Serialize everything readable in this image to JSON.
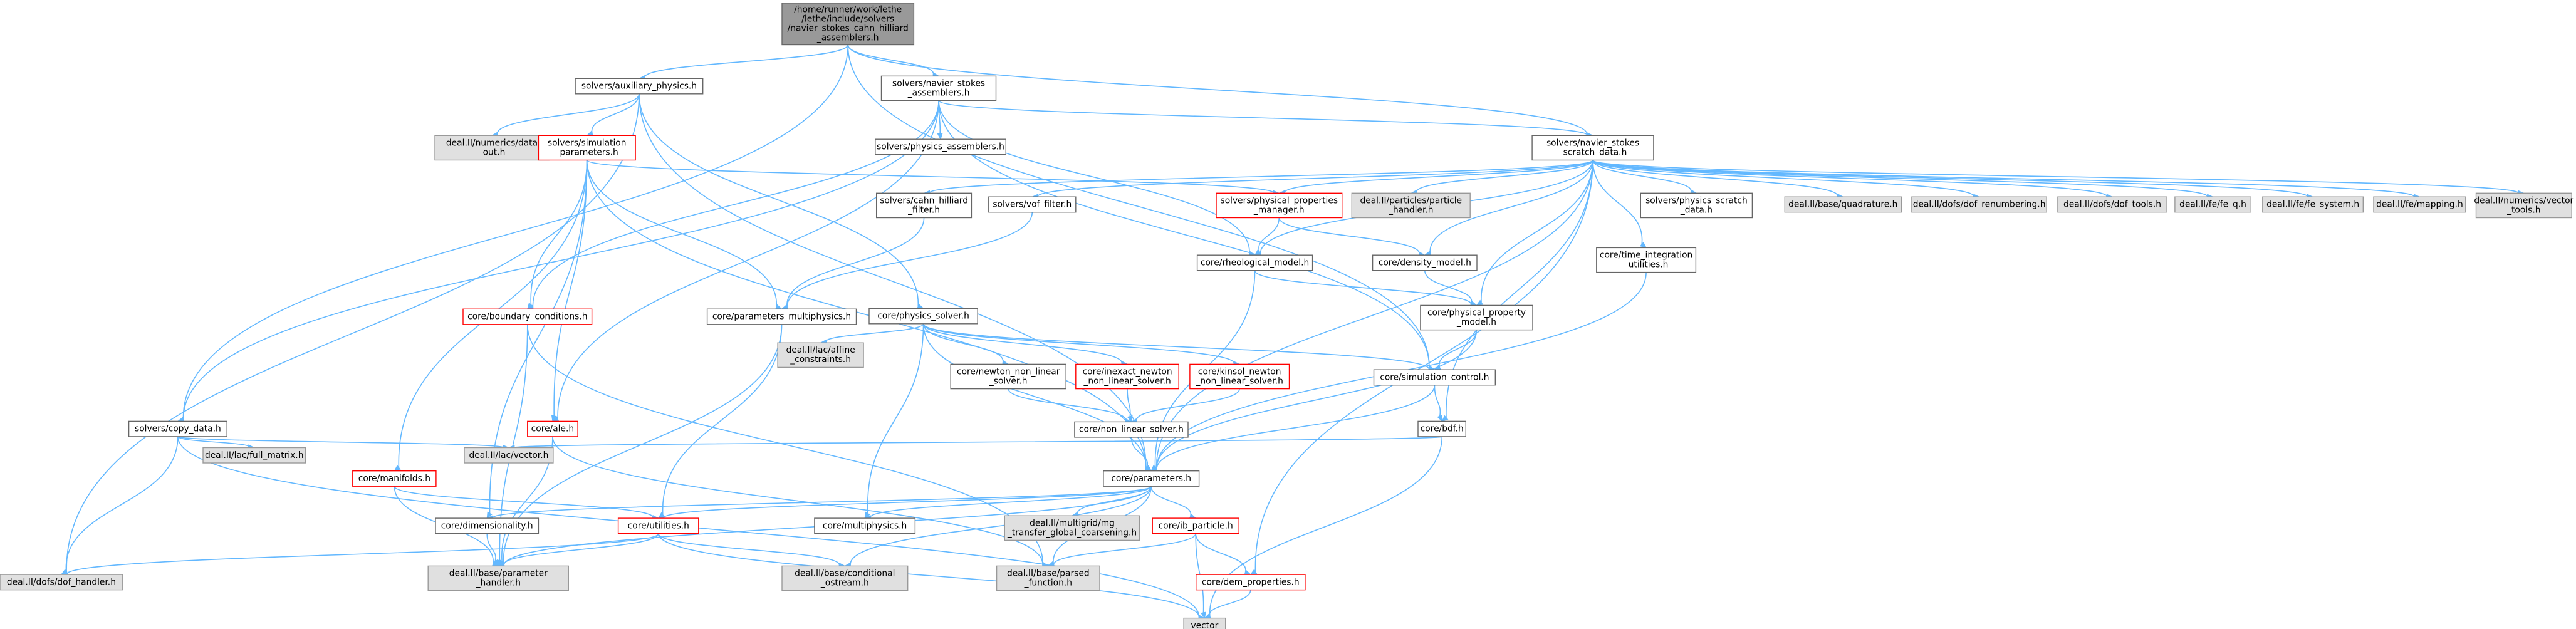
{
  "palette": {
    "root_fill": "#999999",
    "root_stroke": "#666666",
    "normal_fill": "#ffffff",
    "normal_stroke": "#666666",
    "red_stroke": "#ff0000",
    "grey_fill": "#e0e0e0",
    "grey_stroke": "#999999",
    "edge": "#63b8ff",
    "text": "#000000"
  },
  "nodes": [
    {
      "id": "root",
      "style": "root",
      "lines": [
        "/home/runner/work/lethe",
        "/lethe/include/solvers",
        "/navier_stokes_cahn_hilliard",
        "_assemblers.h"
      ]
    },
    {
      "id": "aux",
      "style": "normal",
      "lines": [
        "solvers/auxiliary_physics.h"
      ]
    },
    {
      "id": "nsasm",
      "style": "normal",
      "lines": [
        "solvers/navier_stokes",
        "_assemblers.h"
      ]
    },
    {
      "id": "nsscr",
      "style": "normal",
      "lines": [
        "solvers/navier_stokes",
        "_scratch_data.h"
      ]
    },
    {
      "id": "dataout",
      "style": "grey",
      "lines": [
        "deal.II/numerics/data",
        "_out.h"
      ]
    },
    {
      "id": "simparam",
      "style": "red",
      "lines": [
        "solvers/simulation",
        "_parameters.h"
      ]
    },
    {
      "id": "physasm",
      "style": "normal",
      "lines": [
        "solvers/physics_assemblers.h"
      ]
    },
    {
      "id": "chfilter",
      "style": "normal",
      "lines": [
        "solvers/cahn_hilliard",
        "_filter.h"
      ]
    },
    {
      "id": "voffilter",
      "style": "normal",
      "lines": [
        "solvers/vof_filter.h"
      ]
    },
    {
      "id": "physprop",
      "style": "red",
      "lines": [
        "solvers/physical_properties",
        "_manager.h"
      ]
    },
    {
      "id": "particles",
      "style": "grey",
      "lines": [
        "deal.II/particles/particle",
        "_handler.h"
      ]
    },
    {
      "id": "physscr",
      "style": "normal",
      "lines": [
        "solvers/physics_scratch",
        "_data.h"
      ]
    },
    {
      "id": "quad",
      "style": "grey",
      "lines": [
        "deal.II/base/quadrature.h"
      ]
    },
    {
      "id": "dofren",
      "style": "grey",
      "lines": [
        "deal.II/dofs/dof_renumbering.h"
      ]
    },
    {
      "id": "doftools",
      "style": "grey",
      "lines": [
        "deal.II/dofs/dof_tools.h"
      ]
    },
    {
      "id": "feq",
      "style": "grey",
      "lines": [
        "deal.II/fe/fe_q.h"
      ]
    },
    {
      "id": "fesys",
      "style": "grey",
      "lines": [
        "deal.II/fe/fe_system.h"
      ]
    },
    {
      "id": "mapping",
      "style": "grey",
      "lines": [
        "deal.II/fe/mapping.h"
      ]
    },
    {
      "id": "vectools",
      "style": "grey",
      "lines": [
        "deal.II/numerics/vector",
        "_tools.h"
      ]
    },
    {
      "id": "rheo",
      "style": "normal",
      "lines": [
        "core/rheological_model.h"
      ]
    },
    {
      "id": "density",
      "style": "normal",
      "lines": [
        "core/density_model.h"
      ]
    },
    {
      "id": "timeint",
      "style": "normal",
      "lines": [
        "core/time_integration",
        "_utilities.h"
      ]
    },
    {
      "id": "bc",
      "style": "red",
      "lines": [
        "core/boundary_conditions.h"
      ]
    },
    {
      "id": "pmp",
      "style": "normal",
      "lines": [
        "core/parameters_multiphysics.h"
      ]
    },
    {
      "id": "psolver",
      "style": "normal",
      "lines": [
        "core/physics_solver.h"
      ]
    },
    {
      "id": "physmodel",
      "style": "normal",
      "lines": [
        "core/physical_property",
        "_model.h"
      ]
    },
    {
      "id": "affine",
      "style": "grey",
      "lines": [
        "deal.II/lac/affine",
        "_constraints.h"
      ]
    },
    {
      "id": "newton",
      "style": "normal",
      "lines": [
        "core/newton_non_linear",
        "_solver.h"
      ]
    },
    {
      "id": "inexact",
      "style": "red",
      "lines": [
        "core/inexact_newton",
        "_non_linear_solver.h"
      ]
    },
    {
      "id": "kinsol",
      "style": "red",
      "lines": [
        "core/kinsol_newton",
        "_non_linear_solver.h"
      ]
    },
    {
      "id": "simctrl",
      "style": "normal",
      "lines": [
        "core/simulation_control.h"
      ]
    },
    {
      "id": "copydata",
      "style": "normal",
      "lines": [
        "solvers/copy_data.h"
      ]
    },
    {
      "id": "ale",
      "style": "red",
      "lines": [
        "core/ale.h"
      ]
    },
    {
      "id": "nls",
      "style": "normal",
      "lines": [
        "core/non_linear_solver.h"
      ]
    },
    {
      "id": "bdf",
      "style": "normal",
      "lines": [
        "core/bdf.h"
      ]
    },
    {
      "id": "fullmat",
      "style": "grey",
      "lines": [
        "deal.II/lac/full_matrix.h"
      ]
    },
    {
      "id": "lacvec",
      "style": "grey",
      "lines": [
        "deal.II/lac/vector.h"
      ]
    },
    {
      "id": "manifolds",
      "style": "red",
      "lines": [
        "core/manifolds.h"
      ]
    },
    {
      "id": "params",
      "style": "normal",
      "lines": [
        "core/parameters.h"
      ]
    },
    {
      "id": "dim",
      "style": "normal",
      "lines": [
        "core/dimensionality.h"
      ]
    },
    {
      "id": "util",
      "style": "red",
      "lines": [
        "core/utilities.h"
      ]
    },
    {
      "id": "multiphysics",
      "style": "normal",
      "lines": [
        "core/multiphysics.h"
      ]
    },
    {
      "id": "mgcoarse",
      "style": "grey",
      "lines": [
        "deal.II/multigrid/mg",
        "_transfer_global_coarsening.h"
      ]
    },
    {
      "id": "ibparticle",
      "style": "red",
      "lines": [
        "core/ib_particle.h"
      ]
    },
    {
      "id": "dofhandler",
      "style": "grey",
      "lines": [
        "deal.II/dofs/dof_handler.h"
      ]
    },
    {
      "id": "paramhandler",
      "style": "grey",
      "lines": [
        "deal.II/base/parameter",
        "_handler.h"
      ]
    },
    {
      "id": "condostream",
      "style": "grey",
      "lines": [
        "deal.II/base/conditional",
        "_ostream.h"
      ]
    },
    {
      "id": "parsedfunc",
      "style": "grey",
      "lines": [
        "deal.II/base/parsed",
        "_function.h"
      ]
    },
    {
      "id": "demprop",
      "style": "red",
      "lines": [
        "core/dem_properties.h"
      ]
    },
    {
      "id": "vector",
      "style": "grey",
      "lines": [
        "vector"
      ]
    }
  ],
  "edges": [
    [
      "root",
      "aux"
    ],
    [
      "root",
      "nsasm"
    ],
    [
      "root",
      "nsscr"
    ],
    [
      "root",
      "copydata"
    ],
    [
      "root",
      "simctrl"
    ],
    [
      "aux",
      "dataout"
    ],
    [
      "aux",
      "simparam"
    ],
    [
      "aux",
      "psolver"
    ],
    [
      "aux",
      "params"
    ],
    [
      "aux",
      "dofhandler"
    ],
    [
      "nsasm",
      "physasm"
    ],
    [
      "nsasm",
      "nsscr"
    ],
    [
      "nsasm",
      "rheo"
    ],
    [
      "nsasm",
      "bc"
    ],
    [
      "nsasm",
      "simctrl"
    ],
    [
      "nsasm",
      "copydata"
    ],
    [
      "nsasm",
      "ale"
    ],
    [
      "simparam",
      "physprop"
    ],
    [
      "simparam",
      "bc"
    ],
    [
      "simparam",
      "pmp"
    ],
    [
      "simparam",
      "ale"
    ],
    [
      "simparam",
      "manifolds"
    ],
    [
      "simparam",
      "params"
    ],
    [
      "simparam",
      "dim"
    ],
    [
      "nsscr",
      "chfilter"
    ],
    [
      "nsscr",
      "voffilter"
    ],
    [
      "nsscr",
      "physprop"
    ],
    [
      "nsscr",
      "particles"
    ],
    [
      "nsscr",
      "physscr"
    ],
    [
      "nsscr",
      "quad"
    ],
    [
      "nsscr",
      "dofren"
    ],
    [
      "nsscr",
      "doftools"
    ],
    [
      "nsscr",
      "feq"
    ],
    [
      "nsscr",
      "fesys"
    ],
    [
      "nsscr",
      "mapping"
    ],
    [
      "nsscr",
      "vectools"
    ],
    [
      "nsscr",
      "rheo"
    ],
    [
      "nsscr",
      "density"
    ],
    [
      "nsscr",
      "timeint"
    ],
    [
      "nsscr",
      "physmodel"
    ],
    [
      "nsscr",
      "bdf"
    ],
    [
      "nsscr",
      "params"
    ],
    [
      "nsscr",
      "demprop"
    ],
    [
      "chfilter",
      "pmp"
    ],
    [
      "voffilter",
      "pmp"
    ],
    [
      "physprop",
      "rheo"
    ],
    [
      "physprop",
      "density"
    ],
    [
      "rheo",
      "physmodel"
    ],
    [
      "rheo",
      "params"
    ],
    [
      "density",
      "physmodel"
    ],
    [
      "timeint",
      "params"
    ],
    [
      "physmodel",
      "simctrl"
    ],
    [
      "physmodel",
      "params"
    ],
    [
      "bc",
      "paramhandler"
    ],
    [
      "bc",
      "parsedfunc"
    ],
    [
      "pmp",
      "util"
    ],
    [
      "pmp",
      "paramhandler"
    ],
    [
      "psolver",
      "affine"
    ],
    [
      "psolver",
      "newton"
    ],
    [
      "psolver",
      "inexact"
    ],
    [
      "psolver",
      "kinsol"
    ],
    [
      "psolver",
      "simctrl"
    ],
    [
      "psolver",
      "params"
    ],
    [
      "psolver",
      "multiphysics"
    ],
    [
      "newton",
      "nls"
    ],
    [
      "inexact",
      "nls"
    ],
    [
      "kinsol",
      "nls"
    ],
    [
      "nls",
      "params"
    ],
    [
      "simctrl",
      "bdf"
    ],
    [
      "simctrl",
      "params"
    ],
    [
      "bdf",
      "lacvec"
    ],
    [
      "bdf",
      "vector"
    ],
    [
      "copydata",
      "fullmat"
    ],
    [
      "copydata",
      "lacvec"
    ],
    [
      "copydata",
      "dofhandler"
    ],
    [
      "copydata",
      "vector"
    ],
    [
      "ale",
      "paramhandler"
    ],
    [
      "ale",
      "parsedfunc"
    ],
    [
      "manifolds",
      "paramhandler"
    ],
    [
      "manifolds",
      "util"
    ],
    [
      "params",
      "util"
    ],
    [
      "params",
      "multiphysics"
    ],
    [
      "params",
      "mgcoarse"
    ],
    [
      "params",
      "ibparticle"
    ],
    [
      "params",
      "paramhandler"
    ],
    [
      "params",
      "condostream"
    ],
    [
      "params",
      "parsedfunc"
    ],
    [
      "params",
      "dim"
    ],
    [
      "dim",
      "paramhandler"
    ],
    [
      "util",
      "dofhandler"
    ],
    [
      "util",
      "paramhandler"
    ],
    [
      "util",
      "condostream"
    ],
    [
      "util",
      "vector"
    ],
    [
      "ibparticle",
      "demprop"
    ],
    [
      "ibparticle",
      "parsedfunc"
    ],
    [
      "ibparticle",
      "vector"
    ],
    [
      "demprop",
      "vector"
    ]
  ]
}
